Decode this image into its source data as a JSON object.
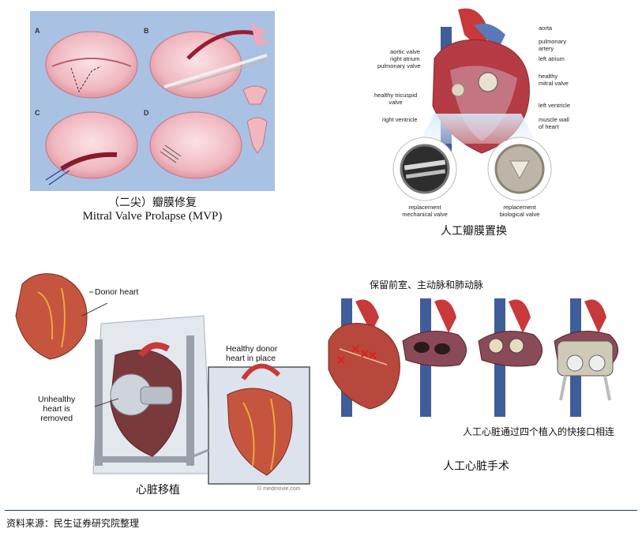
{
  "mvp": {
    "panel_letters": [
      "A",
      "B",
      "C",
      "D"
    ],
    "caption_cn": "（二尖）瓣膜修复",
    "caption_en": "Mitral Valve Prolapse (MVP)"
  },
  "valve_replacement": {
    "labels": {
      "aorta": "aorta",
      "pulmonary_artery": "pulmonary\nartery",
      "left_atrium": "left atrium",
      "aortic_valve": "aortic valve",
      "right_atrium": "right atrium",
      "pulmonary_valve": "pulmonary valve",
      "healthy_mitral_valve": "healthy\nmitral valve",
      "healthy_tricuspid_valve": "healthy tricuspid\nvalve",
      "left_ventricle": "left ventricle",
      "right_ventricle": "right ventricle",
      "muscle_wall": "muscle wall\nof heart",
      "mechanical": "replacement\nmechanical valve",
      "biological": "replacement\nbiological valve"
    },
    "caption_cn": "人工瓣膜置换"
  },
  "transplant": {
    "labels": {
      "donor_heart": "Donor heart",
      "unhealthy_heart": "Unhealthy\nheart is\nremoved",
      "healthy_donor": "Healthy donor\nheart in place"
    },
    "watermark": "© medmovie.com",
    "caption_cn": "心脏移植"
  },
  "artificial_heart": {
    "top_caption": "保留前室、主动脉和肺动脉",
    "connect_caption": "人工心脏通过四个植入的快接口相连",
    "caption_cn": "人工心脏手术"
  },
  "source": "资料来源：民生证券研究院整理",
  "colors": {
    "valve_bg": "#a9c1e2",
    "heart_red": "#c8393a",
    "vessel_blue": "#3f5d99",
    "rule_blue": "#1f3864"
  }
}
